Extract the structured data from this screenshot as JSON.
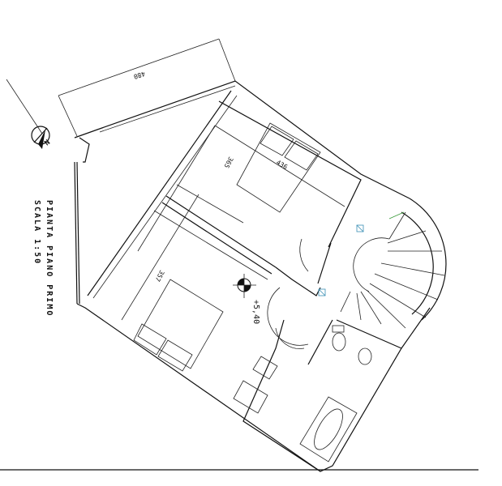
{
  "drawing": {
    "title": "PIANTA PIANO PRIMO",
    "scale": "SCALA 1:50",
    "north_label": "N",
    "level_marker": "+5,40",
    "dimensions": {
      "top_overall": "480",
      "bedroom_1_width": "436",
      "bedroom_1_depth": "365",
      "bedroom_2_depth": "357"
    },
    "colors": {
      "lines": "#111111",
      "fixture_symbol": "#3a8fb5",
      "stair_accent": "#3a9a3a"
    }
  }
}
